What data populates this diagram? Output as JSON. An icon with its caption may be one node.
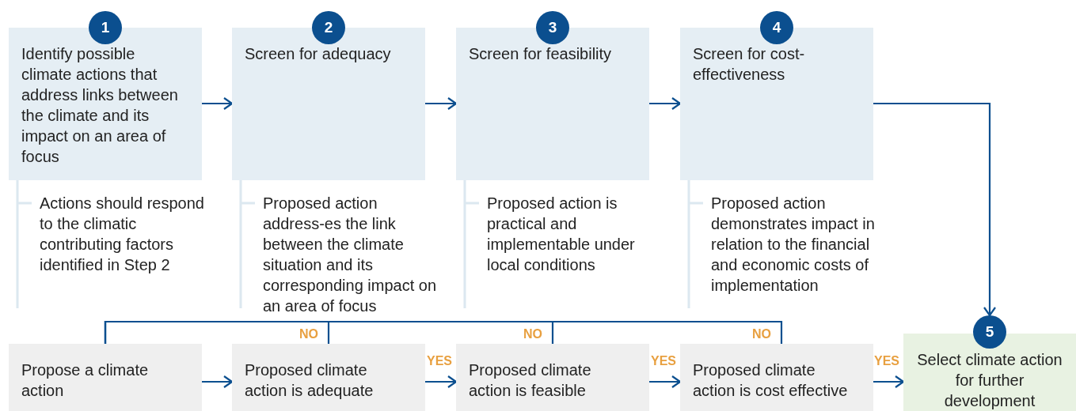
{
  "diagram": {
    "nodes": [
      {
        "text": [
          "1",
          "Identify possible climate actions that address links between the climate and its impact on an area of focus"
        ],
        "beside": [
          "Actions should respond to  the climatic contributing factors identified in Step 2"
        ]
      },
      {
        "text": [
          "2",
          "Screen for adequacy"
        ],
        "beside": [
          "Proposed action address-es the link between the climate situation and its corresponding impact on an area of focus"
        ]
      },
      {
        "text": [
          "3",
          "Screen for feasibility"
        ],
        "beside": [
          "Proposed action is practical and implementable under local conditions"
        ]
      },
      {
        "text": [
          "4",
          "Screen for cost-effectiveness"
        ],
        "beside": [
          "Proposed action demonstrates impact in relation to the financial and economic costs of implementation"
        ]
      },
      {
        "text": [
          "Propose a climate action"
        ]
      },
      {
        "text": [
          "Proposed climate action is adequate"
        ]
      },
      {
        "text": [
          "Proposed climate action is feasible"
        ]
      },
      {
        "text": [
          "Proposed climate action is cost effective"
        ]
      },
      {
        "text": [
          "5",
          "Select climate action for further development"
        ]
      }
    ],
    "edges": [
      {
        "from": 0,
        "to": 1,
        "arrow": "to"
      },
      {
        "from": 1,
        "to": 2,
        "arrow": "to"
      },
      {
        "from": 2,
        "to": 3,
        "arrow": "to"
      },
      {
        "from": 3,
        "to": 8,
        "arrow": "to"
      },
      {
        "from": 4,
        "to": 5,
        "arrow": "to"
      },
      {
        "from": 5,
        "to": 6,
        "label": "YES",
        "arrow": "to"
      },
      {
        "from": 6,
        "to": 7,
        "label": "YES",
        "arrow": "to"
      },
      {
        "from": 7,
        "to": 8,
        "label": "YES",
        "arrow": "to"
      },
      {
        "from": 5,
        "to": 4,
        "label": "NO",
        "arrow": "none"
      },
      {
        "from": 6,
        "to": 4,
        "label": "NO",
        "arrow": "none"
      },
      {
        "from": 7,
        "to": 4,
        "label": "NO",
        "arrow": "none"
      }
    ]
  }
}
